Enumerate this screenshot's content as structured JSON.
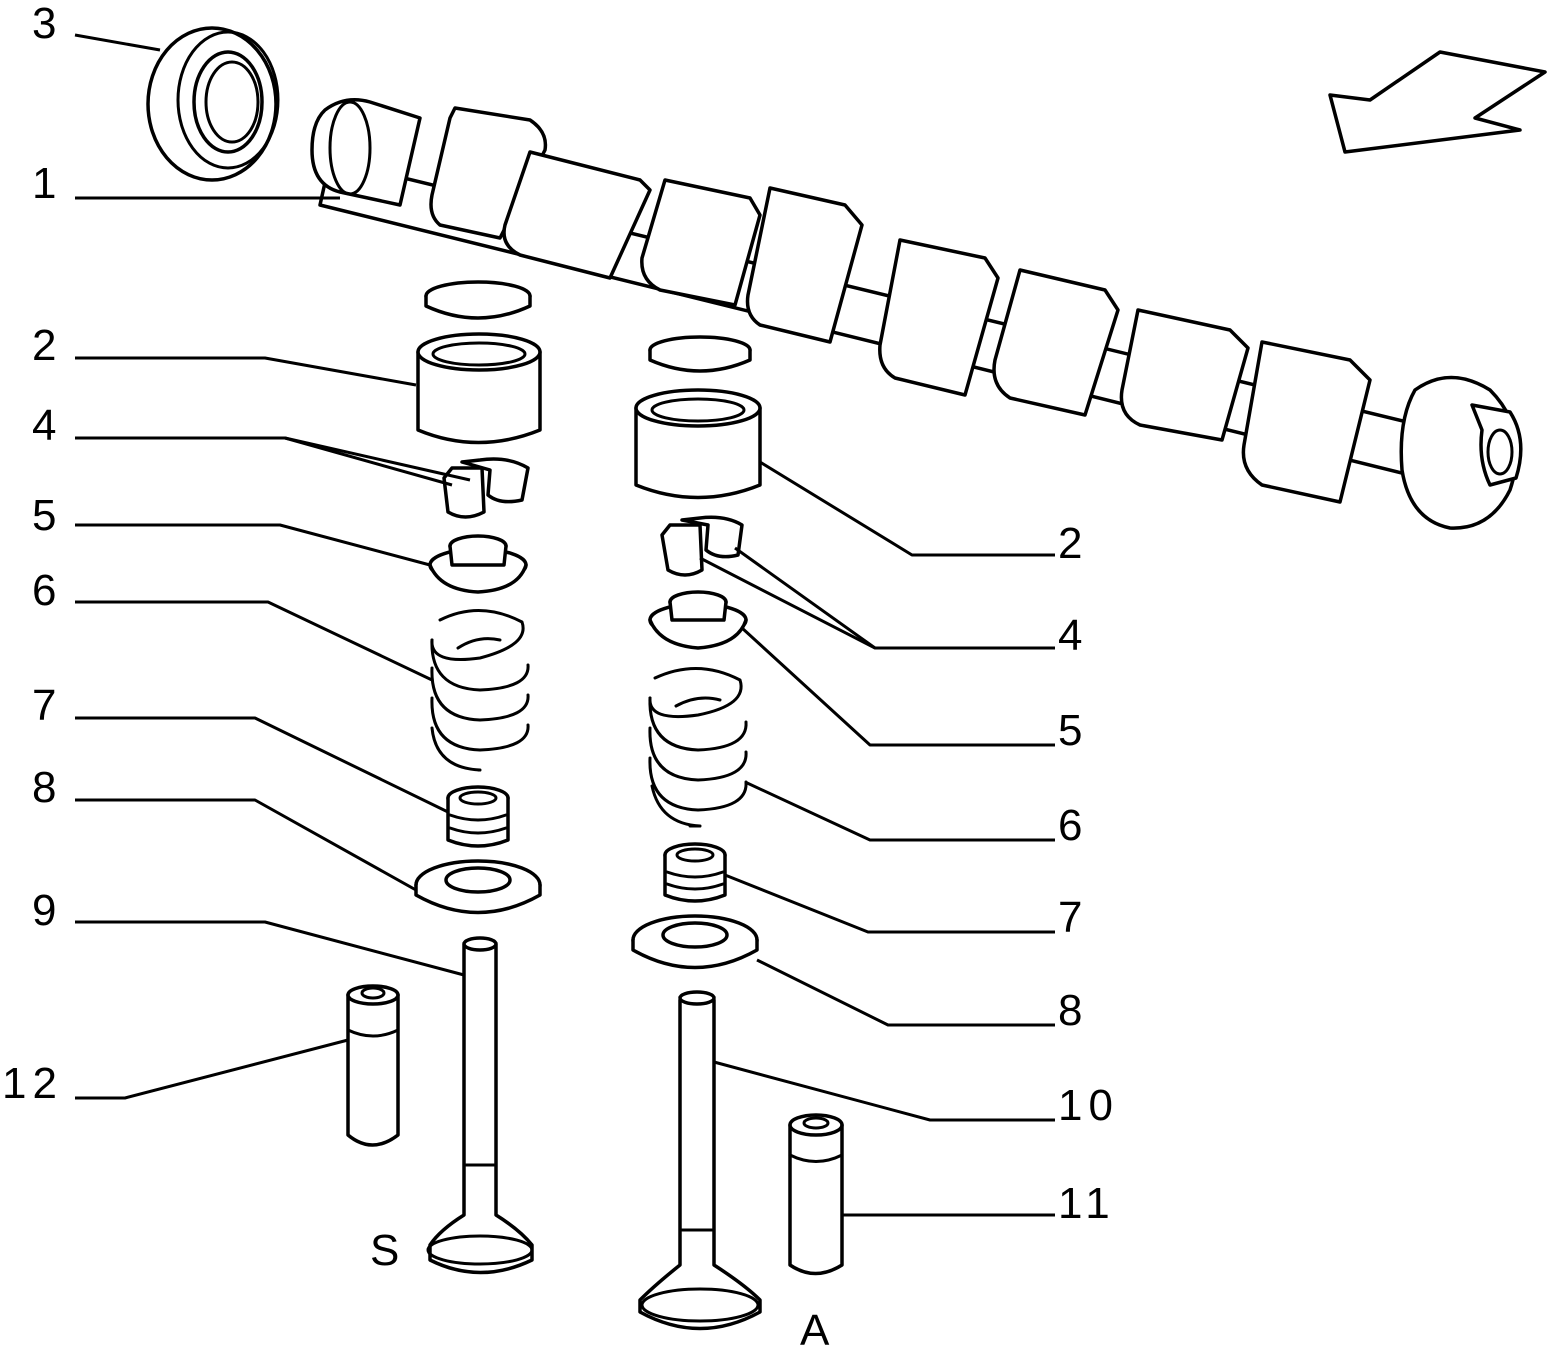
{
  "callouts": {
    "c1": "1",
    "c2_left": "2",
    "c2_right": "2",
    "c3": "3",
    "c4_left": "4",
    "c4_right": "4",
    "c5_left": "5",
    "c5_right": "5",
    "c6_left": "6",
    "c6_right": "6",
    "c7_left": "7",
    "c7_right": "7",
    "c8_left": "8",
    "c8_right": "8",
    "c9": "9",
    "c10": "10",
    "c11": "11",
    "c12": "12"
  },
  "markers": {
    "exhaust": "S",
    "intake": "A"
  },
  "icons": {
    "direction": "direction-arrow-icon"
  }
}
